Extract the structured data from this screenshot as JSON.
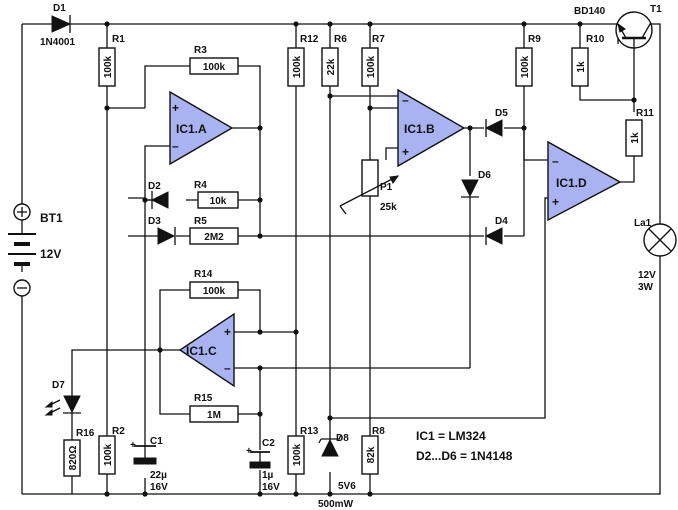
{
  "components": {
    "d1": {
      "ref": "D1",
      "value": "1N4001"
    },
    "bt1": {
      "ref": "BT1",
      "value": "12V"
    },
    "t1": {
      "ref": "T1",
      "value": "BD140"
    },
    "r1": {
      "ref": "R1",
      "value": "100k"
    },
    "r2": {
      "ref": "R2",
      "value": "100k"
    },
    "r3": {
      "ref": "R3",
      "value": "100k"
    },
    "r4": {
      "ref": "R4",
      "value": "10k"
    },
    "r5": {
      "ref": "R5",
      "value": "2M2"
    },
    "r6": {
      "ref": "R6",
      "value": "22k"
    },
    "r7": {
      "ref": "R7",
      "value": "100k"
    },
    "r8": {
      "ref": "R8",
      "value": "82k"
    },
    "r9": {
      "ref": "R9",
      "value": "100k"
    },
    "r10": {
      "ref": "R10",
      "value": "1k"
    },
    "r11": {
      "ref": "R11",
      "value": "1k"
    },
    "r12": {
      "ref": "R12",
      "value": "100k"
    },
    "r13": {
      "ref": "R13",
      "value": "100k"
    },
    "r14": {
      "ref": "R14",
      "value": "100k"
    },
    "r15": {
      "ref": "R15",
      "value": "1M"
    },
    "r16": {
      "ref": "R16",
      "value": "820Ω"
    },
    "d2": {
      "ref": "D2"
    },
    "d3": {
      "ref": "D3"
    },
    "d4": {
      "ref": "D4"
    },
    "d5": {
      "ref": "D5"
    },
    "d6": {
      "ref": "D6"
    },
    "d7": {
      "ref": "D7"
    },
    "d8": {
      "ref": "D8",
      "value": "5V6",
      "power": "500mW"
    },
    "c1": {
      "ref": "C1",
      "value": "22µ",
      "voltage": "16V"
    },
    "c2": {
      "ref": "C2",
      "value": "1µ",
      "voltage": "16V"
    },
    "p1": {
      "ref": "P1",
      "value": "25k"
    },
    "la1": {
      "ref": "La1",
      "value": "12V",
      "power": "3W"
    },
    "ic1a": {
      "ref": "IC1.A"
    },
    "ic1b": {
      "ref": "IC1.B"
    },
    "ic1c": {
      "ref": "IC1.C"
    },
    "ic1d": {
      "ref": "IC1.D"
    }
  },
  "symbols": {
    "plus": "+",
    "minus": "−",
    "pin_plus": "+",
    "pin_minus": "–"
  },
  "notes": {
    "ic1": "IC1 = LM324",
    "diodes": "D2...D6 = 1N4148"
  }
}
